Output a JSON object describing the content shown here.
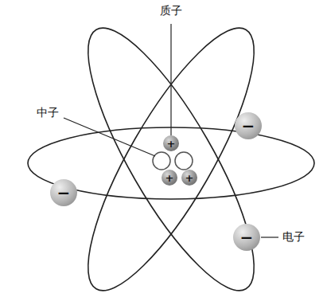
{
  "diagram": {
    "nodes": [
      {
        "text": [
          "−"
        ]
      },
      {
        "text": [
          "+"
        ]
      },
      {
        "text": [
          "+"
        ]
      },
      {
        "text": [
          "+"
        ]
      },
      {
        "text": [
          "−"
        ]
      },
      {
        "text": [
          "−"
        ]
      }
    ],
    "labels": [
      "质子",
      "中子",
      "电子"
    ]
  }
}
